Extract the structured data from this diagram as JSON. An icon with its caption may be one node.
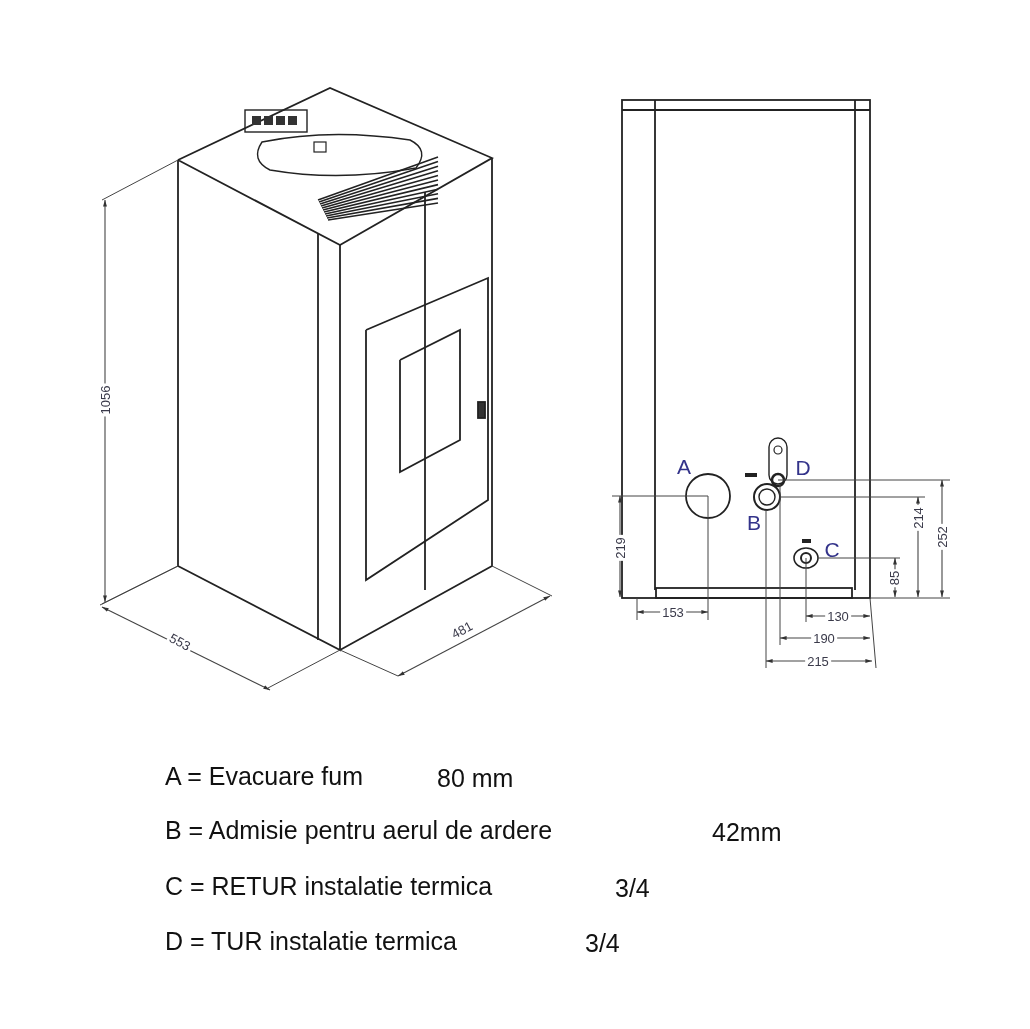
{
  "diagram": {
    "labels": [
      "1056",
      "553",
      "481",
      "A",
      "D",
      "B",
      "C",
      "219",
      "214",
      "252",
      "85",
      "153",
      "130",
      "190",
      "215",
      "A = Evacuare fum",
      "80 mm",
      "B = Admisie pentru aerul de ardere",
      "42mm",
      "C = RETUR instalatie termica",
      "3/4",
      "D = TUR instalatie termica",
      "3/4"
    ]
  }
}
